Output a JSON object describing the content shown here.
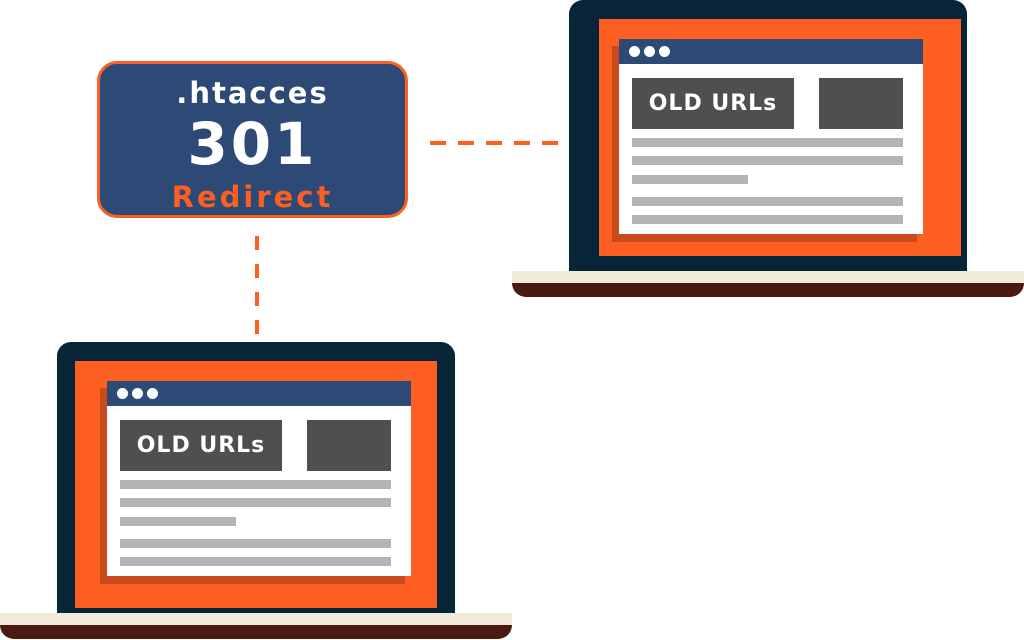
{
  "badge": {
    "file_label": ".htacces",
    "status_code": "301",
    "status_label": "Redirect",
    "bg_color": "#2c4a75",
    "accent_color": "#fc5f21"
  },
  "laptop_top_right": {
    "window_dots": 3,
    "label": "OLD URLs",
    "content_lines": 5
  },
  "laptop_bottom_left": {
    "window_dots": 3,
    "label": "OLD URLs",
    "content_lines": 5
  },
  "colors": {
    "frame": "#082437",
    "screen": "#fc5f21",
    "titlebar": "#2c4a75",
    "placeholder_block": "#4f4f4f",
    "text_line": "#b3b3b3",
    "base_top": "#f1ebd9",
    "base_bottom": "#4a1a10"
  }
}
